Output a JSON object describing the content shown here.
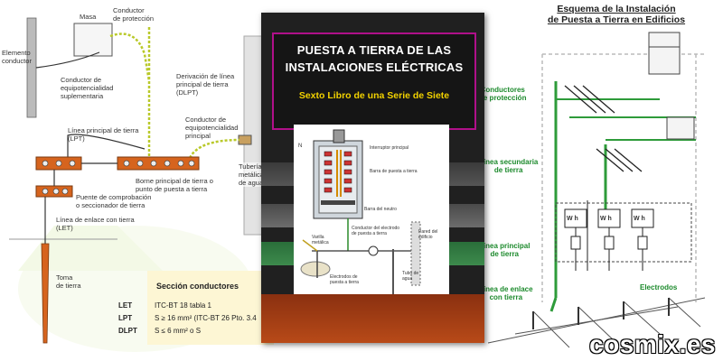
{
  "left_panel": {
    "labels": {
      "elemento_conductor": "Elemento\nconductor",
      "masa": "Masa",
      "conductor_proteccion": "Conductor\nde protección",
      "conductor_equipot_suplementaria": "Conductor de\nequipotencialidad\nsuplementaria",
      "derivacion_linea_principal": "Derivación de línea\nprincipal de tierra\n(DLPT)",
      "conductor_equipot_principal": "Conductor de\nequipotencialidad\nprincipal",
      "linea_principal_tierra": "Línea principal de tierra\n(LPT)",
      "borne_principal": "Borne principal de tierra o\npunto de puesta a tierra",
      "tuberia_metalica": "Tubería\nmetálica\nde agua",
      "puente_comprobacion": "Puente de comprobación\no seccionador de tierra",
      "linea_enlace": "Línea de enlace con tierra\n(LET)",
      "toma_tierra": "Toma\nde tierra"
    },
    "section_table": {
      "title": "Sección conductores",
      "rows": [
        {
          "code": "LET",
          "text": "ITC-BT 18 tabla 1"
        },
        {
          "code": "LPT",
          "text": "S ≥ 16 mm² (ITC-BT 26 Pto. 3.4"
        },
        {
          "code": "DLPT",
          "text": "S ≤ 6 mm² o S"
        }
      ]
    }
  },
  "book": {
    "title_line1": "PUESTA A TIERRA DE LAS",
    "title_line2": "INSTALACIONES ELÉCTRICAS",
    "subtitle": "Sexto Libro de una Serie de Siete",
    "diagram_labels": {
      "interruptor_principal": "Interruptor principal",
      "barra_puesta_tierra": "Barra de puesta a tierra",
      "barra_neutro": "Barra del neutro",
      "conductor_electrodo": "Conductor del electrodo\nde puesta a tierra",
      "varilla_metalica": "Varilla\nmetálica",
      "pared_edificio": "Pared del\nedificio",
      "tubo_agua": "Tubo de\nagua",
      "electrodos": "Electrodos de\npuesta a tierra",
      "n_label": "N"
    }
  },
  "right_panel": {
    "title_line1": "Esquema de la Instalación",
    "title_line2": "de Puesta a Tierra en Edificios",
    "labels": {
      "conductores_proteccion": "Conductores\nde protección",
      "linea_secundaria": "Línea secundaria\nde tierra",
      "linea_principal": "Línea principal\nde tierra",
      "linea_enlace": "Línea de enlace\ncon tierra",
      "electrodos": "Electrodos",
      "wh": "W h"
    }
  },
  "watermark": "cosmix.es",
  "colors": {
    "bar_copper": "#d6641e",
    "label_green": "#1c8a2c",
    "book_border": "#b0108a",
    "book_subtitle": "#f2d200",
    "yellow_green_wire": "#b9c92a"
  }
}
